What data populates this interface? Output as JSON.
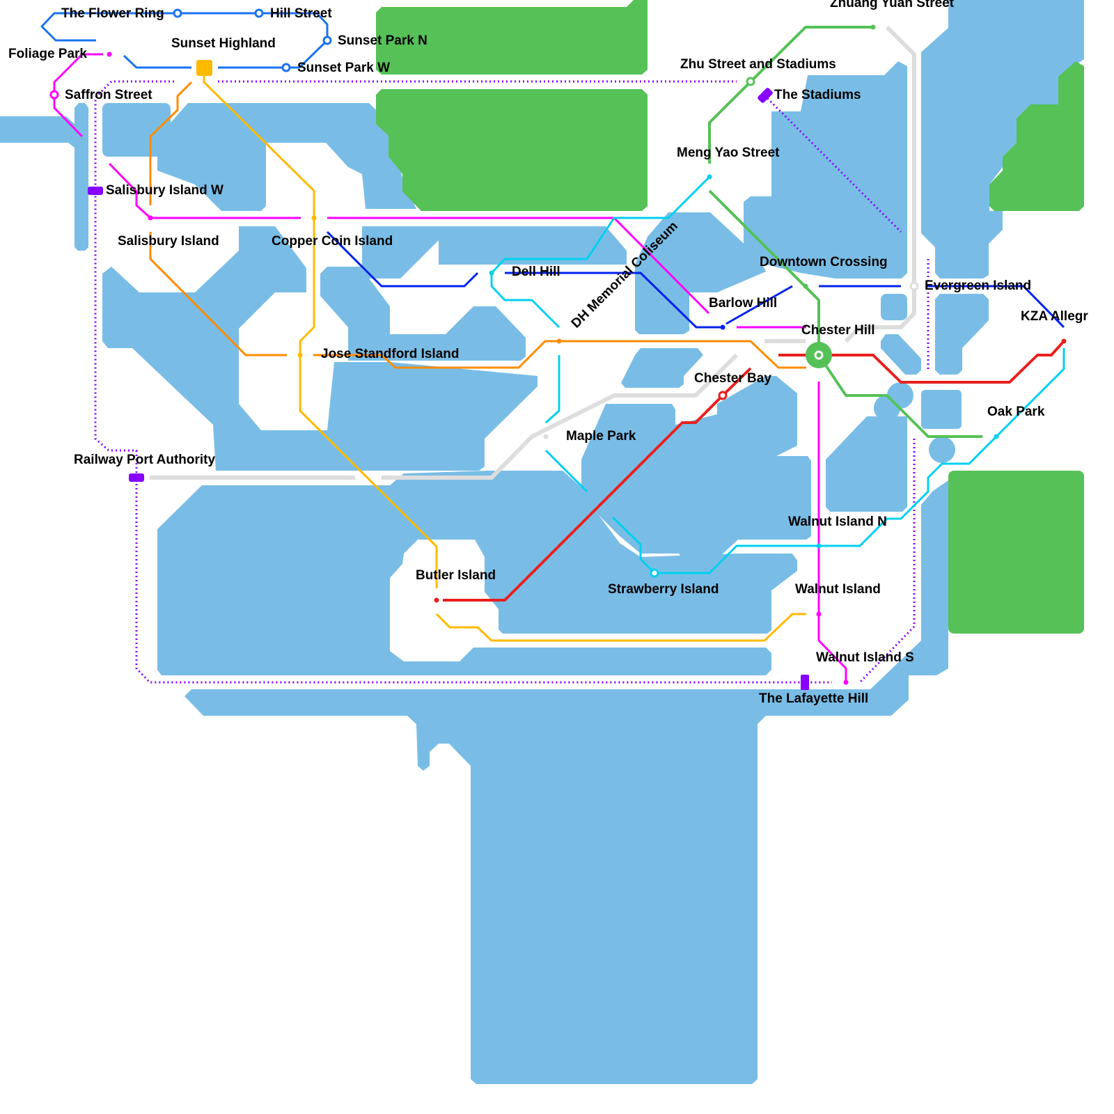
{
  "map": {
    "colors": {
      "water": "#79bde6",
      "park": "#55c157",
      "flower_ring_line": "#1a73f0",
      "magenta_line": "#ff00ff",
      "orange_line": "#ff8c00",
      "gold_line": "#ffb900",
      "navy_line": "#0022ee",
      "cyan_line": "#00d0f0",
      "red_line": "#e8201e",
      "green_line": "#55c157",
      "gray_line": "#dddddd",
      "purple_dotted_line": "#8800ff"
    },
    "stations": {
      "flower_ring": "The Flower Ring",
      "hill_street": "Hill Street",
      "sunset_park_n": "Sunset Park N",
      "sunset_park_w": "Sunset Park W",
      "sunset_highland": "Sunset Highland",
      "foliage_park": "Foliage Park",
      "saffron_street": "Saffron Street",
      "salisbury_island_w": "Salisbury Island W",
      "salisbury_island": "Salisbury Island",
      "copper_coin_island": "Copper Coin Island",
      "jose_standford_island": "Jose Standford Island",
      "dell_hill": "Dell Hill",
      "dh_memorial_coliseum": "DH Memorial Coliseum",
      "zhuang_yuan_street": "Zhuang Yuan Street",
      "zhu_street_stadiums": "Zhu Street and Stadiums",
      "the_stadiums": "The Stadiums",
      "meng_yao_street": "Meng Yao Street",
      "downtown_crossing": "Downtown Crossing",
      "evergreen_island": "Evergreen Island",
      "barlow_hill": "Barlow Hill",
      "chester_hill": "Chester Hill",
      "kza_allegr": "KZA Allegr",
      "chester_bay": "Chester Bay",
      "oak_park": "Oak Park",
      "maple_park": "Maple Park",
      "railway_port_authority": "Railway Port Authority",
      "walnut_island_n": "Walnut Island N",
      "butler_island": "Butler Island",
      "strawberry_island": "Strawberry Island",
      "walnut_island": "Walnut Island",
      "walnut_island_s": "Walnut Island S",
      "the_lafayette_hill": "The Lafayette Hill"
    }
  }
}
